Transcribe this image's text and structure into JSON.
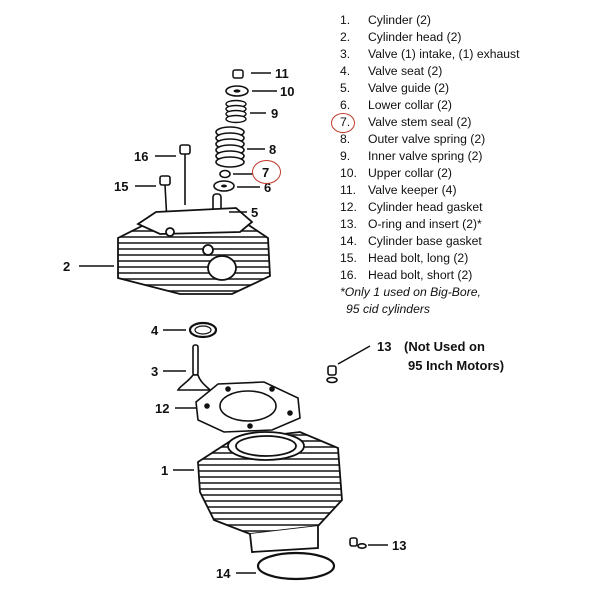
{
  "parts": [
    {
      "num": "1.",
      "label": "Cylinder (2)"
    },
    {
      "num": "2.",
      "label": "Cylinder head (2)"
    },
    {
      "num": "3.",
      "label": "Valve (1) intake, (1) exhaust"
    },
    {
      "num": "4.",
      "label": "Valve seat (2)"
    },
    {
      "num": "5.",
      "label": "Valve guide (2)"
    },
    {
      "num": "6.",
      "label": "Lower collar (2)"
    },
    {
      "num": "7.",
      "label": "Valve stem seal (2)"
    },
    {
      "num": "8.",
      "label": "Outer valve spring (2)"
    },
    {
      "num": "9.",
      "label": "Inner valve spring (2)"
    },
    {
      "num": "10.",
      "label": "Upper collar (2)"
    },
    {
      "num": "11.",
      "label": "Valve keeper (4)"
    },
    {
      "num": "12.",
      "label": "Cylinder head gasket"
    },
    {
      "num": "13.",
      "label": "O-ring and insert (2)*"
    },
    {
      "num": "14.",
      "label": "Cylinder base gasket"
    },
    {
      "num": "15.",
      "label": "Head bolt, long (2)"
    },
    {
      "num": "16.",
      "label": "Head bolt, short (2)"
    }
  ],
  "footnote": {
    "line1": "*Only 1 used on Big-Bore,",
    "line2": "95 cid cylinders"
  },
  "highlighted_part": "7",
  "highlight_color": "#c0392b",
  "callouts": {
    "c1": "1",
    "c2": "2",
    "c3": "3",
    "c4": "4",
    "c5": "5",
    "c6": "6",
    "c7": "7",
    "c8": "8",
    "c9": "9",
    "c10": "10",
    "c11": "11",
    "c12": "12",
    "c13_top": "13",
    "c13_bottom": "13",
    "c14": "14",
    "c15": "15",
    "c16": "16"
  },
  "note_13": {
    "line1": "(Not Used on",
    "line2": "95 Inch Motors)"
  }
}
